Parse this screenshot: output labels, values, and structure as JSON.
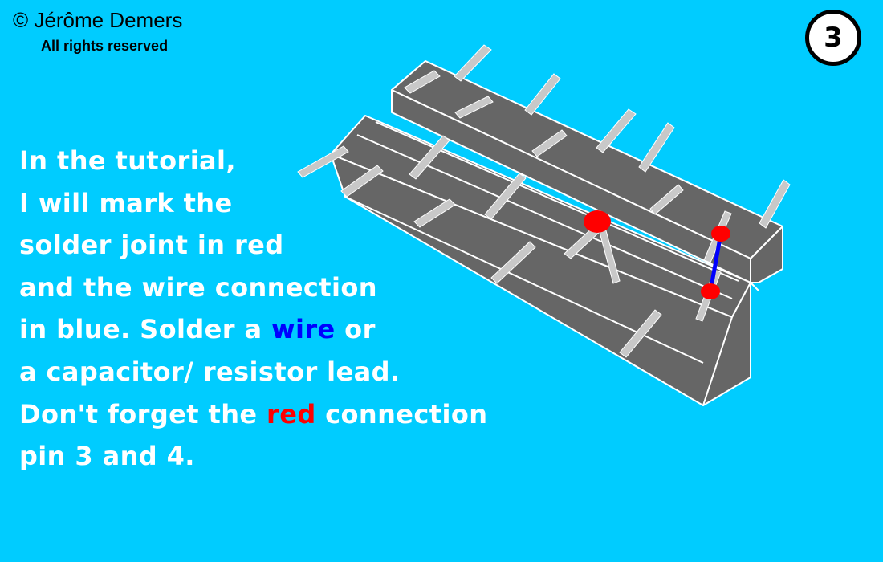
{
  "header": {
    "copyright": "© Jérôme Demers",
    "rights": "All rights reserved"
  },
  "step": {
    "number": "3"
  },
  "instructions": {
    "line1": "In the tutorial,",
    "line2": "I will mark the",
    "line3": "solder joint in red",
    "line4": "and the wire connection",
    "line5_before": "in blue. Solder a ",
    "line5_keyword": "wire",
    "line5_after": " or",
    "line6": "a capacitor/ resistor lead.",
    "line7_before": "Don't forget the ",
    "line7_keyword": "red",
    "line7_after": " connection",
    "line8": "pin 3 and 4."
  },
  "colors": {
    "background": "#00ccff",
    "chip_body": "#666666",
    "chip_edge": "#ffffff",
    "pin": "#c8c8c8",
    "solder_joint": "#ff0000",
    "wire": "#0000ff"
  }
}
